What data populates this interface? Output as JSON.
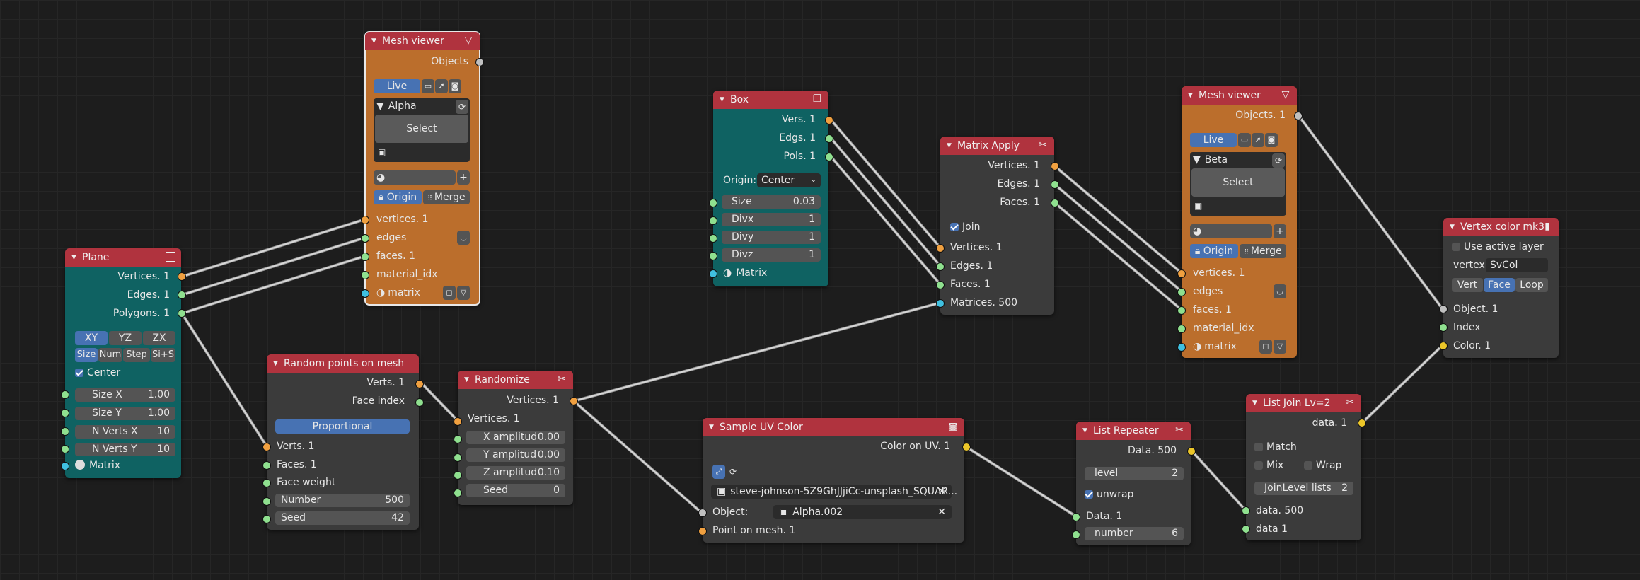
{
  "plane": {
    "title": "Plane",
    "outputs": [
      "Vertices. 1",
      "Edges. 1",
      "Polygons. 1"
    ],
    "mode_buttons": [
      "XY",
      "YZ",
      "ZX"
    ],
    "dim_buttons": [
      "Size",
      "Num",
      "Step",
      "Si+S"
    ],
    "center_label": "Center",
    "size_x": {
      "label": "Size X",
      "value": "1.00"
    },
    "size_y": {
      "label": "Size Y",
      "value": "1.00"
    },
    "n_verts_x": {
      "label": "N Verts X",
      "value": "10"
    },
    "n_verts_y": {
      "label": "N Verts Y",
      "value": "10"
    },
    "matrix_label": "Matrix"
  },
  "mesh_viewer_a": {
    "title": "Mesh viewer",
    "objects_output": "Objects",
    "live_label": "Live",
    "object_name": "Alpha",
    "select_label": "Select",
    "origin_label": "Origin",
    "merge_label": "Merge",
    "inputs": [
      "vertices. 1",
      "edges",
      "faces. 1",
      "material_idx",
      "matrix"
    ]
  },
  "random_points": {
    "title": "Random points on mesh",
    "outputs": [
      "Verts. 1",
      "Face index"
    ],
    "mode_label": "Proportional",
    "inputs": [
      "Verts. 1",
      "Faces. 1",
      "Face weight"
    ],
    "number": {
      "label": "Number",
      "value": "500"
    },
    "seed": {
      "label": "Seed",
      "value": "42"
    }
  },
  "randomize": {
    "title": "Randomize",
    "output": "Vertices. 1",
    "input": "Vertices. 1",
    "x_amp": {
      "label": "X amplitud",
      "value": "0.00"
    },
    "y_amp": {
      "label": "Y amplitud",
      "value": "0.00"
    },
    "z_amp": {
      "label": "Z amplitud",
      "value": "0.10"
    },
    "seed": {
      "label": "Seed",
      "value": "0"
    }
  },
  "box": {
    "title": "Box",
    "outputs": [
      "Vers. 1",
      "Edgs. 1",
      "Pols. 1"
    ],
    "origin_label": "Origin:",
    "origin_value": "Center",
    "size": {
      "label": "Size",
      "value": "0.03"
    },
    "divx": {
      "label": "Divx",
      "value": "1"
    },
    "divy": {
      "label": "Divy",
      "value": "1"
    },
    "divz": {
      "label": "Divz",
      "value": "1"
    },
    "matrix_label": "Matrix"
  },
  "matrix_apply": {
    "title": "Matrix Apply",
    "outputs": [
      "Vertices. 1",
      "Edges. 1",
      "Faces. 1"
    ],
    "join_label": "Join",
    "inputs": [
      "Vertices. 1",
      "Edges. 1",
      "Faces. 1",
      "Matrices. 500"
    ]
  },
  "sample_uv": {
    "title": "Sample UV Color",
    "output": "Color on UV. 1",
    "image_name": "steve-johnson-5Z9GhJJjiCc-unsplash_SQUAR...",
    "object_label": "Object:",
    "object_value": "Alpha.002",
    "point_input": "Point on mesh. 1"
  },
  "mesh_viewer_b": {
    "title": "Mesh viewer",
    "objects_output": "Objects. 1",
    "live_label": "Live",
    "object_name": "Beta",
    "select_label": "Select",
    "origin_label": "Origin",
    "merge_label": "Merge",
    "inputs": [
      "vertices. 1",
      "edges",
      "faces. 1",
      "material_idx",
      "matrix"
    ]
  },
  "list_repeater": {
    "title": "List Repeater",
    "output": "Data. 500",
    "level": {
      "label": "level",
      "value": "2"
    },
    "unwrap_label": "unwrap",
    "data_input": "Data. 1",
    "number": {
      "label": "number",
      "value": "6"
    }
  },
  "list_join": {
    "title": "List Join Lv=2",
    "output": "data. 1",
    "match_label": "Match",
    "mix_label": "Mix",
    "wrap_label": "Wrap",
    "join_level": {
      "label": "JoinLevel lists",
      "value": "2"
    },
    "inputs": [
      "data. 500",
      "data 1"
    ]
  },
  "vertex_color": {
    "title": "Vertex color mk3",
    "use_active_label": "Use active layer",
    "vertex_label": "vertex",
    "vertex_value": "SvCol",
    "modes": [
      "Vert",
      "Face",
      "Loop"
    ],
    "inputs": [
      "Object. 1",
      "Index",
      "Color. 1"
    ]
  },
  "colors": {
    "header_red": "#b0333e",
    "node_teal": "#0f6262",
    "node_orange": "#bb6e2c",
    "node_gray": "#3b3b3b",
    "socket_vertices": "#f0a040",
    "socket_data": "#8fe08f",
    "socket_color": "#ecc629",
    "socket_matrix": "#40c0e0",
    "accent_blue": "#4772b3"
  }
}
